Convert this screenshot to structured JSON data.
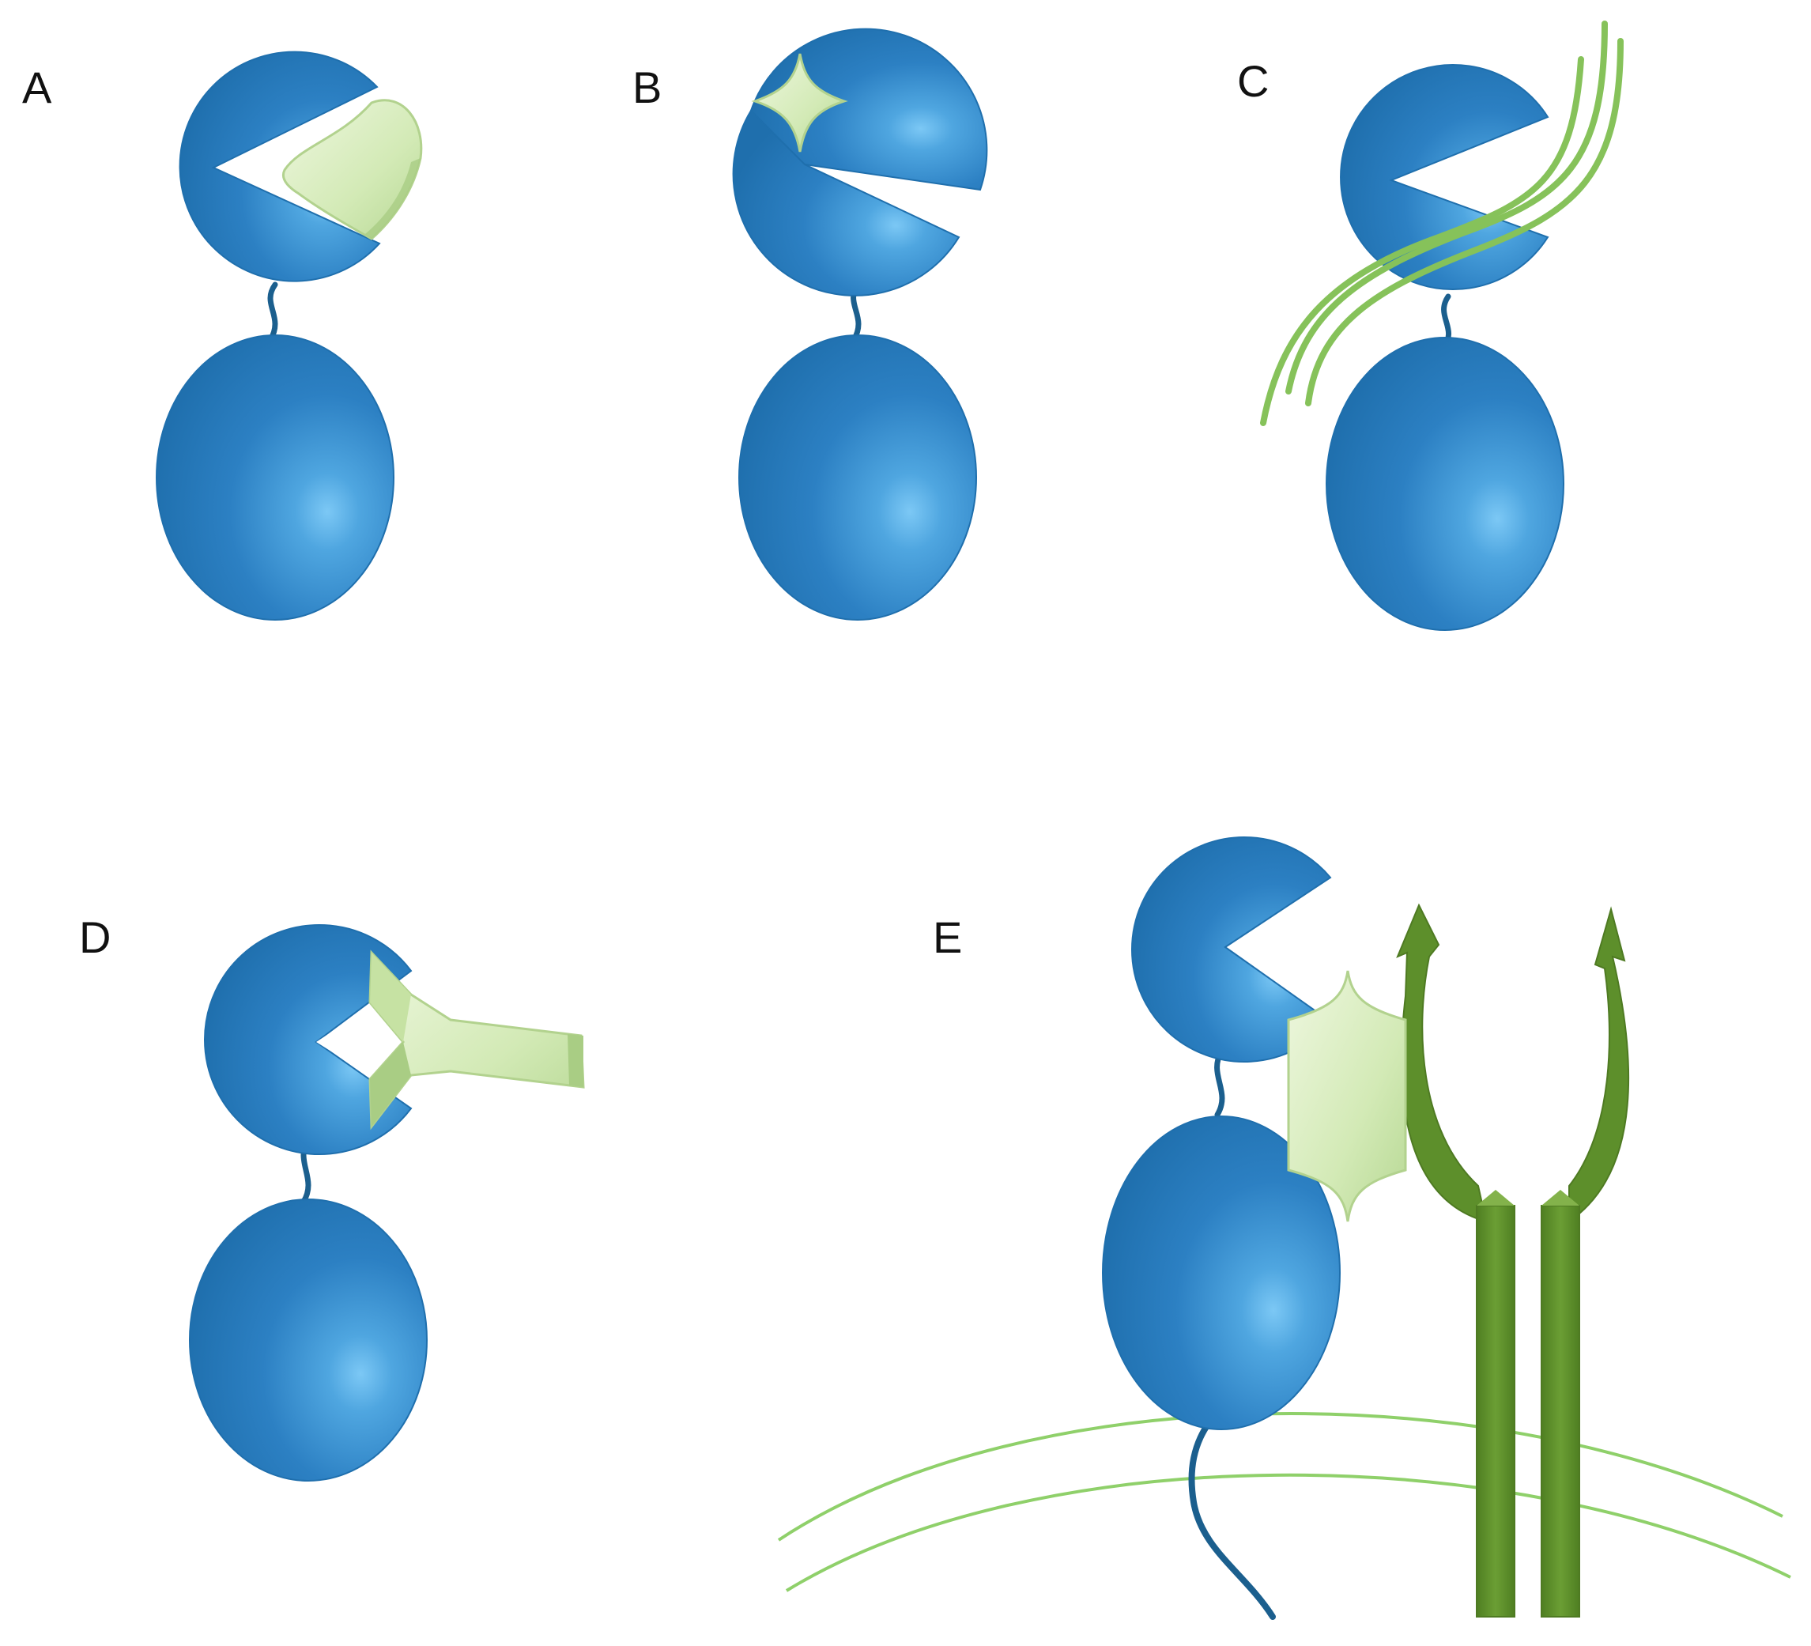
{
  "panels": [
    {
      "id": "A",
      "label": "A"
    },
    {
      "id": "B",
      "label": "B"
    },
    {
      "id": "C",
      "label": "C"
    },
    {
      "id": "D",
      "label": "D"
    },
    {
      "id": "E",
      "label": "E"
    }
  ],
  "colors": {
    "protein_blue": "#2c80c3",
    "protein_blue_light": "#5fb4ec",
    "protein_blue_dark": "#155f97",
    "linker": "#1b5f8e",
    "ligand_fill": "#d6ecb9",
    "ligand_edge": "#b2d28e",
    "ligand_shade": "#a9cd84",
    "polymer_green": "#86c25a",
    "receptor_green": "#5d8f2b",
    "receptor_light": "#83b24b",
    "membrane_line": "#8fd06a"
  }
}
